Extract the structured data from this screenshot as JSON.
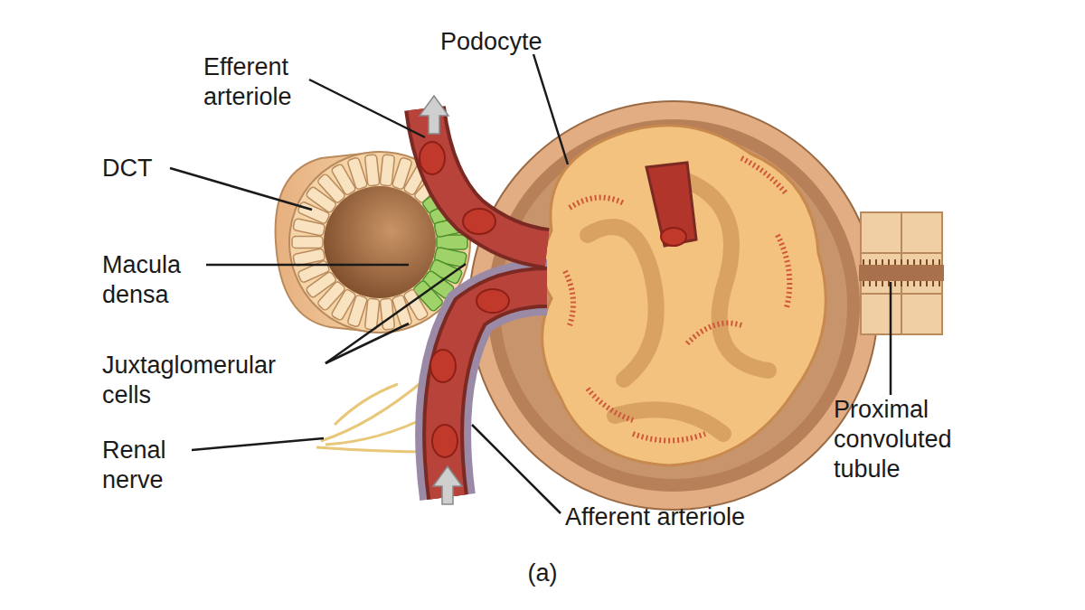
{
  "diagram": {
    "caption": "(a)",
    "labels": [
      "Podocyte",
      "Efferent arteriole",
      "DCT",
      "Macula densa",
      "Juxtaglomerular cells",
      "Renal nerve",
      "Afferent arteriole",
      "Proximal convoluted tubule"
    ]
  }
}
